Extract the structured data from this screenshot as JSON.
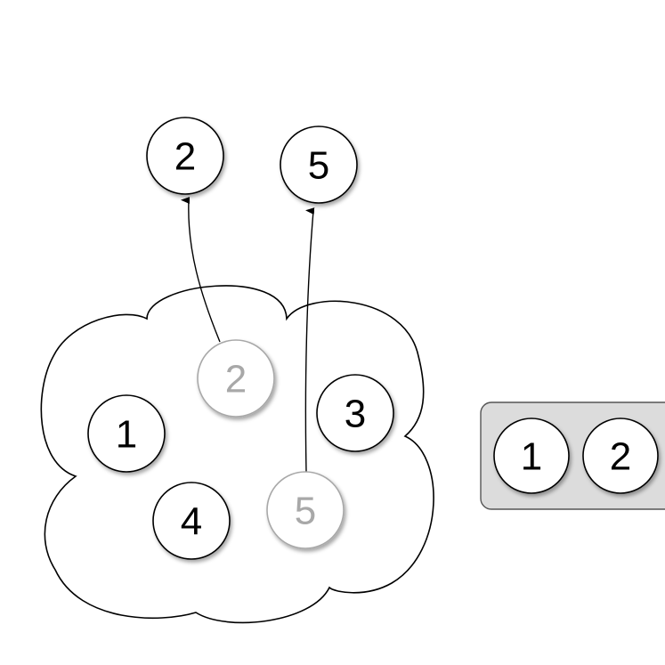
{
  "pool": {
    "label_1": "1",
    "label_2": "2",
    "label_3": "3",
    "label_4": "4",
    "label_5": "5"
  },
  "extracted": {
    "label_2": "2",
    "label_5": "5"
  },
  "queue": {
    "label_1": "1",
    "label_2": "2"
  },
  "colors": {
    "node_fill": "#ffffff",
    "node_stroke": "#000000",
    "faded_stroke": "#a8a8a8",
    "queue_fill": "#dcdcdc",
    "queue_stroke": "#555555"
  }
}
